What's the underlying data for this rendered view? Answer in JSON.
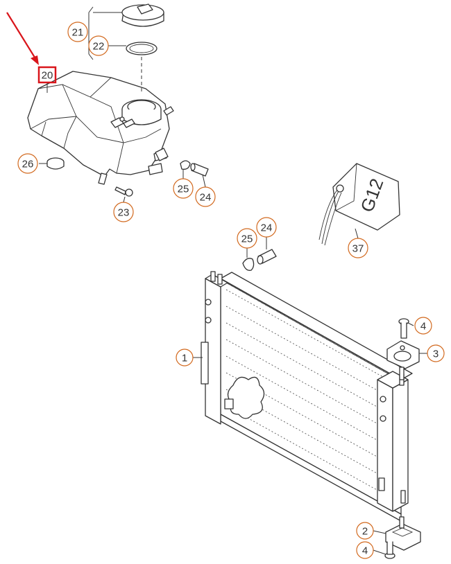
{
  "diagram": {
    "colors": {
      "callout_stroke": "#d2691e",
      "highlight": "#d9151b",
      "arrow": "#d9151b",
      "line": "#333333"
    },
    "highlighted_part": "20",
    "callouts": [
      {
        "id": "c21",
        "label": "21"
      },
      {
        "id": "c22",
        "label": "22"
      },
      {
        "id": "c20",
        "label": "20"
      },
      {
        "id": "c26",
        "label": "26"
      },
      {
        "id": "c25a",
        "label": "25"
      },
      {
        "id": "c24a",
        "label": "24"
      },
      {
        "id": "c23",
        "label": "23"
      },
      {
        "id": "c37",
        "label": "37"
      },
      {
        "id": "c25b",
        "label": "25"
      },
      {
        "id": "c24b",
        "label": "24"
      },
      {
        "id": "c4a",
        "label": "4"
      },
      {
        "id": "c3",
        "label": "3"
      },
      {
        "id": "c1",
        "label": "1"
      },
      {
        "id": "c2",
        "label": "2"
      },
      {
        "id": "c4b",
        "label": "4"
      }
    ],
    "tag_text": "G12"
  }
}
